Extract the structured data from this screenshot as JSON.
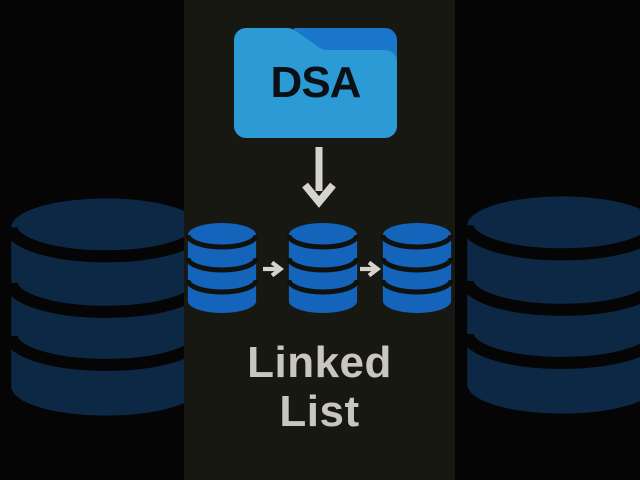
{
  "frame": {
    "type": "video-thumbnail",
    "orientation": "vertical-short"
  },
  "colors": {
    "letterbox_bg": "#050505",
    "video_bg": "#181813",
    "folder_front": "#2b9ad5",
    "folder_back": "#1b77cb",
    "folder_label_color": "#0b1015",
    "node_fill": "#1364ba",
    "node_line": "#10100d",
    "backdrop_node_fill": "#0d2845",
    "arrow_color": "#d5d3cb",
    "title_color": "#c9c6bd"
  },
  "video": {
    "folder": {
      "icon": "folder-icon",
      "label": "DSA"
    },
    "flow": {
      "icon": "down-arrow-icon"
    },
    "linked_list": {
      "node_icon": "database-icon",
      "node_count": 3,
      "link_icon": "right-arrow-icon",
      "link_count": 2
    },
    "title": {
      "line1": "Linked",
      "line2": "List"
    }
  },
  "letterbox": {
    "left": {
      "icon": "database-icon-large"
    },
    "right": {
      "icon": "database-icon-large"
    }
  }
}
